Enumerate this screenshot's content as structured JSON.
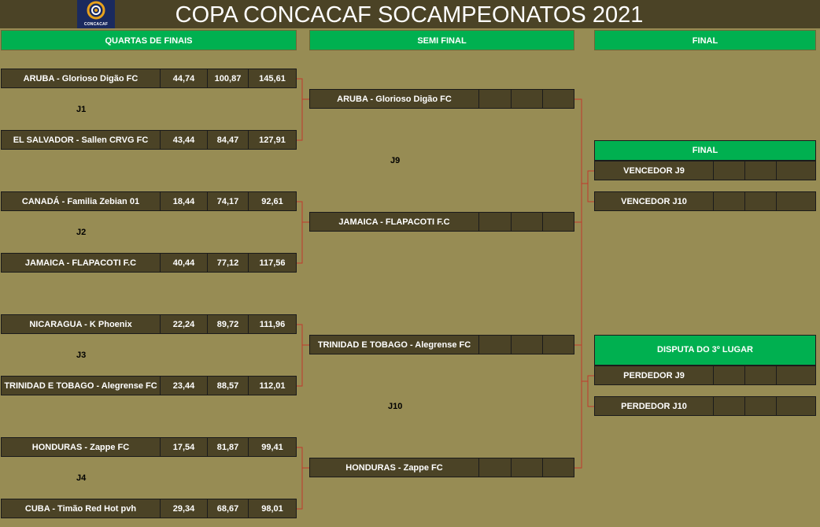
{
  "title": "COPA CONCACAF SOCAMPEONATOS  2021",
  "logo": {
    "text": "CONCACAF",
    "icon": "concacaf-logo-icon"
  },
  "headers": {
    "quarters": "QUARTAS DE FINAIS",
    "semis": "SEMI FINAL",
    "final": "FINAL"
  },
  "quarterfinals": [
    {
      "label": "J1",
      "teams": [
        {
          "name": "ARUBA - Glorioso Digão FC",
          "s1": "44,74",
          "s2": "100,87",
          "total": "145,61"
        },
        {
          "name": "EL SALVADOR - Sallen CRVG FC",
          "s1": "43,44",
          "s2": "84,47",
          "total": "127,91"
        }
      ]
    },
    {
      "label": "J2",
      "teams": [
        {
          "name": "CANADÁ - Familia Zebian 01",
          "s1": "18,44",
          "s2": "74,17",
          "total": "92,61"
        },
        {
          "name": "JAMAICA - FLAPACOTI F.C",
          "s1": "40,44",
          "s2": "77,12",
          "total": "117,56"
        }
      ]
    },
    {
      "label": "J3",
      "teams": [
        {
          "name": "NICARAGUA - K Phoenix",
          "s1": "22,24",
          "s2": "89,72",
          "total": "111,96"
        },
        {
          "name": "TRINIDAD E TOBAGO - Alegrense FC",
          "s1": "23,44",
          "s2": "88,57",
          "total": "112,01"
        }
      ]
    },
    {
      "label": "J4",
      "teams": [
        {
          "name": "HONDURAS - Zappe FC",
          "s1": "17,54",
          "s2": "81,87",
          "total": "99,41"
        },
        {
          "name": "CUBA - Timão Red Hot pvh",
          "s1": "29,34",
          "s2": "68,67",
          "total": "98,01"
        }
      ]
    }
  ],
  "semifinals": [
    {
      "label": "J9",
      "teams": [
        {
          "name": "ARUBA - Glorioso Digão FC",
          "s1": "",
          "s2": "",
          "total": ""
        },
        {
          "name": "JAMAICA - FLAPACOTI F.C",
          "s1": "",
          "s2": "",
          "total": ""
        }
      ]
    },
    {
      "label": "J10",
      "teams": [
        {
          "name": "TRINIDAD E TOBAGO - Alegrense FC",
          "s1": "",
          "s2": "",
          "total": ""
        },
        {
          "name": "HONDURAS - Zappe FC",
          "s1": "",
          "s2": "",
          "total": ""
        }
      ]
    }
  ],
  "final": {
    "title": "FINAL",
    "teams": [
      {
        "name": "VENCEDOR J9",
        "s1": "",
        "s2": "",
        "total": ""
      },
      {
        "name": "VENCEDOR J10",
        "s1": "",
        "s2": "",
        "total": ""
      }
    ]
  },
  "third_place": {
    "title": "DISPUTA DO 3º LUGAR",
    "teams": [
      {
        "name": "PERDEDOR J9",
        "s1": "",
        "s2": "",
        "total": ""
      },
      {
        "name": "PERDEDOR J10",
        "s1": "",
        "s2": "",
        "total": ""
      }
    ]
  },
  "colors": {
    "background": "#978c54",
    "cell": "#4b4326",
    "header_green": "#00b050",
    "connector": "#c0392b"
  }
}
